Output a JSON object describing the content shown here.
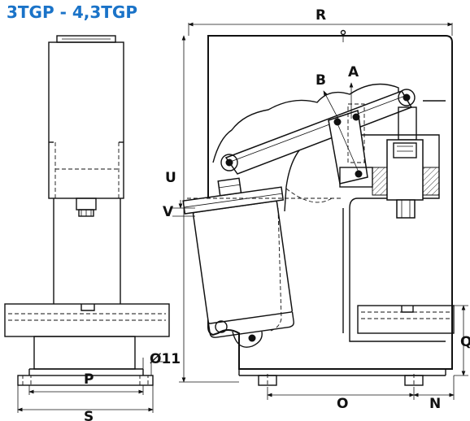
{
  "title": "3TGP - 4,3TGP",
  "labels": {
    "R": "R",
    "A": "A",
    "B": "B",
    "U": "U",
    "V": "V",
    "diameter": "Ø11",
    "P": "P",
    "S": "S",
    "O": "O",
    "N": "N",
    "Q": "Q"
  },
  "colors": {
    "title": "#1a73c8",
    "lines": "#111111"
  }
}
